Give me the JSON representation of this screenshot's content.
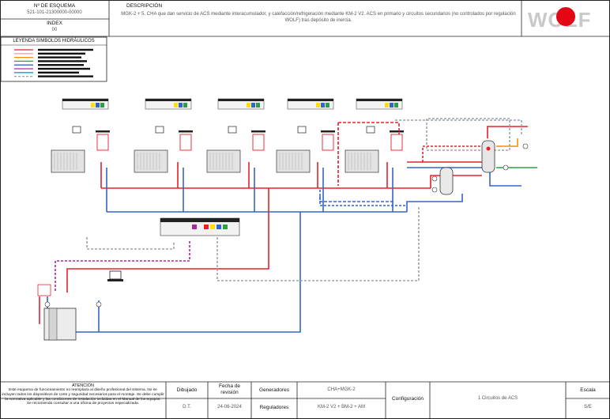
{
  "header": {
    "esquema_label": "Nº DE ESQUEMA",
    "esquema_value": "521-101-21300000-00000",
    "index_label": "INDEX",
    "index_value": "00",
    "descripcion_label": "DESCRIPCIÓN",
    "descripcion_text": "MGK-2 + 5. CHA que dan servicio de ACS mediante interacumulador, y calefacción/refrigeración mediante KM-2 V2. ACS en primario y circuitos secundarios (no controlados por regulación WOLF) tras depósito de inercia.",
    "logo_text": "WOLF"
  },
  "legend": {
    "title": "LEYENDA SIMBOLOS HIDRÁULICOS",
    "colors": [
      "#e8202a",
      "#f5a3b0",
      "#f39200",
      "#2ea043",
      "#3366cc",
      "#b0269e",
      "#00a8c6",
      "#9aa3ad"
    ]
  },
  "footer": {
    "attention_title": "ATENCIÓN",
    "attention_text": "Este esquema de funcionamiento no reemplaza al diseño profesional del sistema. No se incluyen todos los dispositivos de corte y seguridad necesarios para el montaje. Se debe cumplir la normativa aplicable y las condiciones de instalación incluidas en el Manual de los equipos.",
    "attention_note": "Se recomienda consultar a una oficina de proyectos especializada.",
    "dibujado_label": "Dibujado",
    "dibujado_value": "D.T.",
    "fecha_label": "Fecha de revisión",
    "fecha_value": "24-06-2024",
    "generadores_label": "Generadores",
    "generadores_value": "CHA+MGK-2",
    "reguladores_label": "Reguladores",
    "reguladores_value": "KM-2 V2 + BM-2 + AM",
    "configuracion_label": "Configuración",
    "configuracion_value": "1 Circuitos de ACS",
    "escala_label": "Escala",
    "escala_value": "S/E"
  }
}
